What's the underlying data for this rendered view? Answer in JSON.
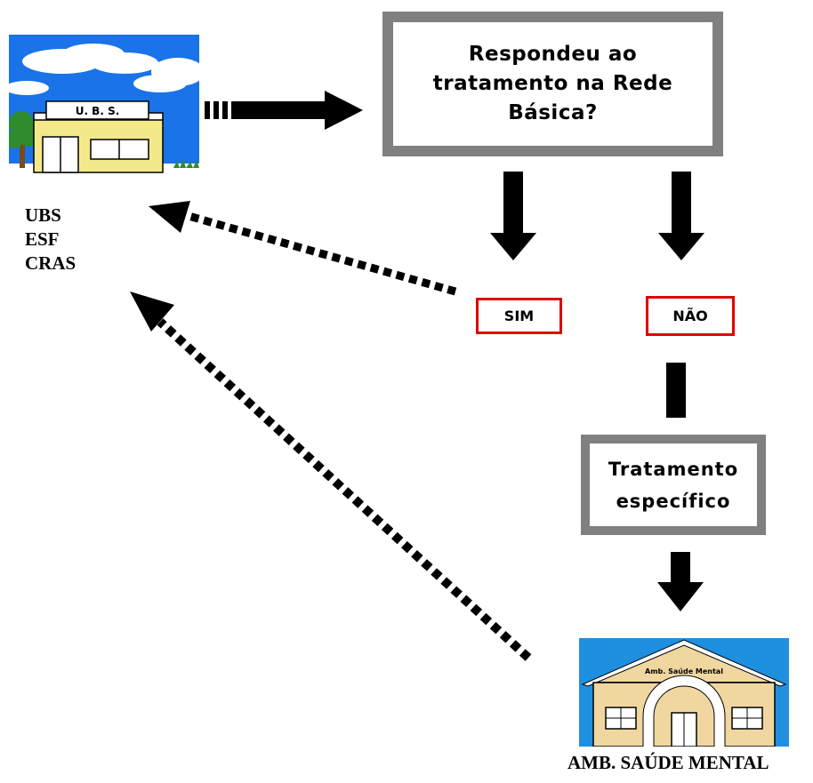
{
  "ubs_sign": "U. B. S.",
  "ubs_labels": [
    "UBS",
    "ESF",
    "CRAS"
  ],
  "question": "Respondeu ao tratamento na Rede Básica?",
  "answer_yes": "SIM",
  "answer_no": "NÃO",
  "treatment": "Tratamento específico",
  "amb_sign": "Amb. Saúde Mental",
  "amb_caption": "AMB. SAÚDE MENTAL",
  "colors": {
    "sky": "#1a73e8",
    "building": "#f3e98a",
    "amb_sky": "#1f8fe0",
    "amb_building": "#f0d7a0",
    "answer_border": "#e00000",
    "box_border": "#808080",
    "arrow": "#000000"
  }
}
